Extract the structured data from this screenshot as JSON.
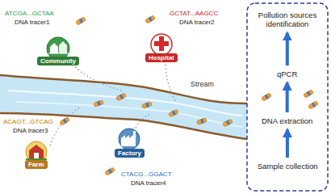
{
  "diagram": {
    "nodes": [
      {
        "text": [
          "Community"
        ]
      },
      {
        "text": [
          "Hospital"
        ]
      },
      {
        "text": [
          "Farm"
        ]
      },
      {
        "text": [
          "Factory"
        ]
      },
      {
        "text": [
          "Pollution sources identification"
        ]
      },
      {
        "text": [
          "qPCR"
        ]
      },
      {
        "text": [
          "DNA extraction"
        ]
      },
      {
        "text": [
          "Sample collection"
        ]
      }
    ],
    "edges": [
      {
        "from": 7,
        "to": 6,
        "arrow": "to"
      },
      {
        "from": 6,
        "to": 5,
        "arrow": "to"
      },
      {
        "from": 5,
        "to": 4,
        "arrow": "to"
      }
    ],
    "labels": [
      "ATCGA...GCTAA",
      "DNA tracer1",
      "GCTAT...AAGCC",
      "DNA tracer2",
      "ACAGT...GTCAG",
      "DNA tracer3",
      "CTACG...GGACT",
      "DNA tracer4",
      "Stream"
    ]
  }
}
